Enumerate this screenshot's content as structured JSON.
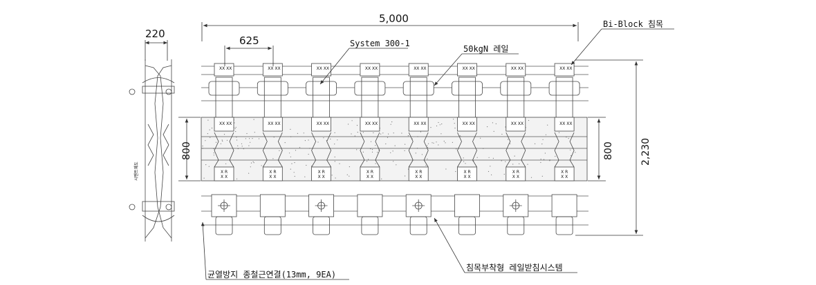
{
  "dimensions": {
    "total_length": "5,000",
    "spacing": "625",
    "side_width": "220",
    "left_height": "800",
    "right_height": "800",
    "total_height": "2,230"
  },
  "callouts": {
    "system": "System 300-1",
    "rail": "50kgN 레일",
    "sleeper": "Bi-Block 침목",
    "rebar": "균열방지 종철근연결(13mm, 9EA)",
    "support": "침목부착형 레일받침시스템"
  },
  "side_view_label": "시멘트궤도",
  "sleeper_marks": {
    "top": "XX XX",
    "bottom_line1": "X R",
    "bottom_line2": "X X"
  },
  "sleeper_count": 8,
  "colors": {
    "line": "#333333",
    "concrete": "#f2f2f2"
  }
}
